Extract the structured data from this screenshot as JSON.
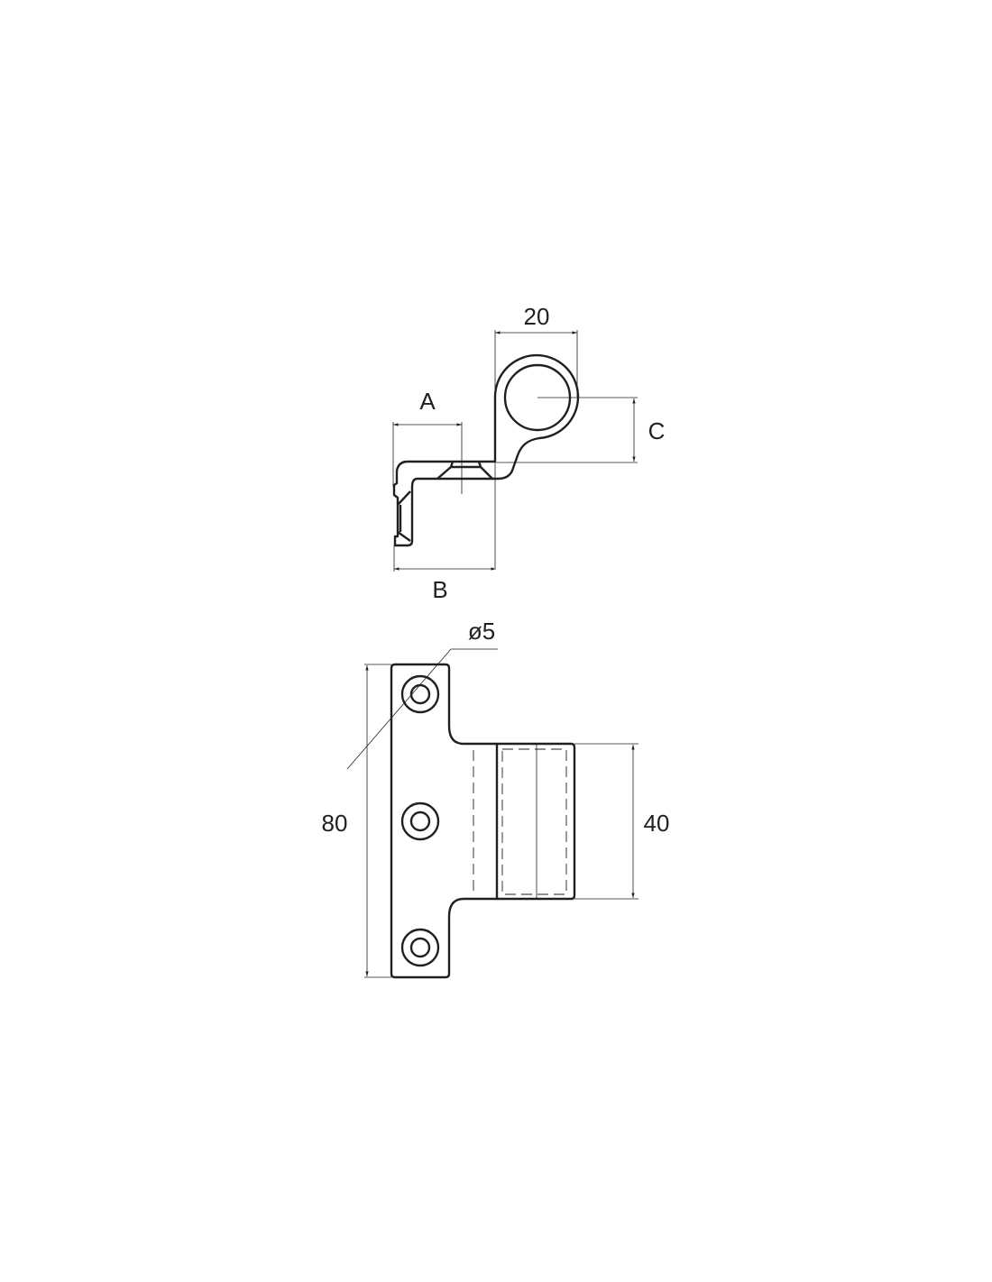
{
  "drawing": {
    "side_view": {
      "dim_tube_width": "20",
      "dim_a": "A",
      "dim_b": "B",
      "dim_c": "C"
    },
    "front_view": {
      "dim_hole_diameter": "ø5",
      "dim_height": "80",
      "dim_clamp_height": "40"
    },
    "colors": {
      "line": "#231f20",
      "background": "#ffffff"
    }
  }
}
